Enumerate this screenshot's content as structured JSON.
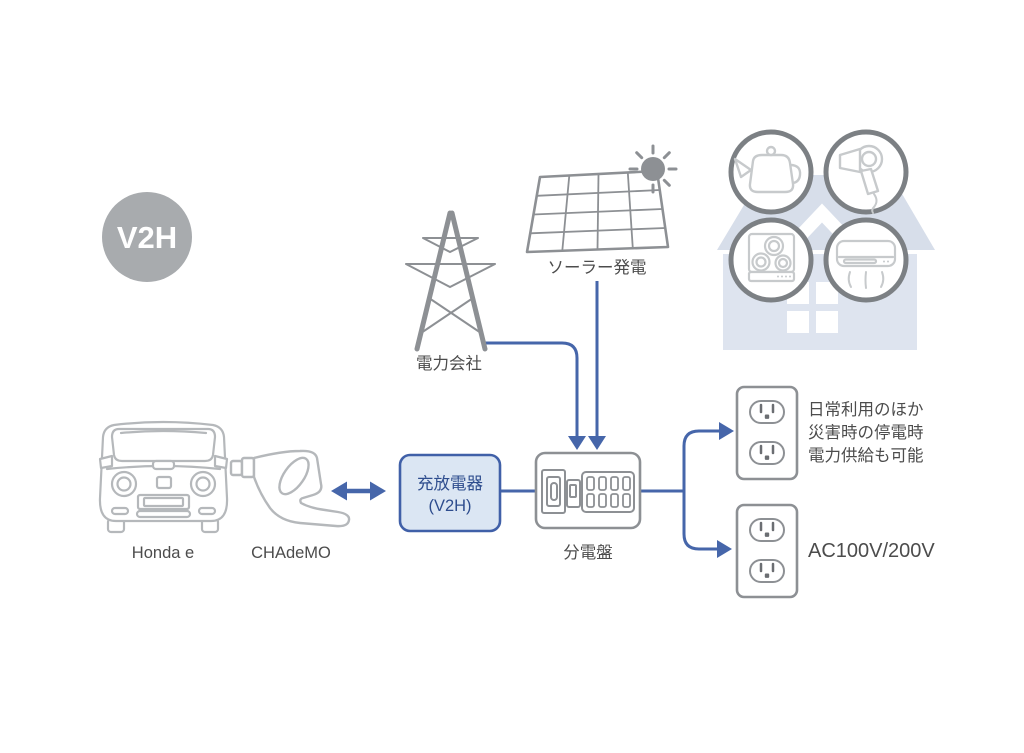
{
  "diagram": {
    "badge": {
      "label": "V2H"
    },
    "vehicle": {
      "label": "Honda e"
    },
    "connector": {
      "label": "CHAdeMO"
    },
    "charger_box": {
      "line1": "充放電器",
      "line2": "(V2H)"
    },
    "grid": {
      "label": "電力会社"
    },
    "solar": {
      "label": "ソーラー発電"
    },
    "panel": {
      "label": "分電盤"
    },
    "outlet_top": {
      "note_line1": "日常利用のほか",
      "note_line2": "災害時の停電時",
      "note_line3": "電力供給も可能"
    },
    "outlet_bottom": {
      "note": "AC100V/200V"
    },
    "icons": [
      "v2h-badge",
      "honda-e-car-icon",
      "chademo-connector-icon",
      "bidirectional-arrow-icon",
      "transmission-tower-icon",
      "solar-panel-icon",
      "sun-icon",
      "distribution-board-icon",
      "outlet-icon",
      "house-icon",
      "kettle-icon",
      "hair-dryer-icon",
      "induction-stove-icon",
      "air-conditioner-icon"
    ]
  },
  "colors": {
    "accent_blue": "#4666aa",
    "box_fill": "#dbe6f3",
    "box_border": "#4060a8",
    "box_text": "#2e4d8e",
    "badge_gray": "#a8abae",
    "badge_text": "#ffffff",
    "outline_gray": "#8d9094",
    "light_gray": "#b5b8bb",
    "circle_border": "#7c8084",
    "icon_gray": "#c7cacc",
    "house_roof": "#d7deea",
    "house_body": "#dee4ef",
    "label_text": "#4c4c4c",
    "socket_detail": "#6b6e72"
  }
}
